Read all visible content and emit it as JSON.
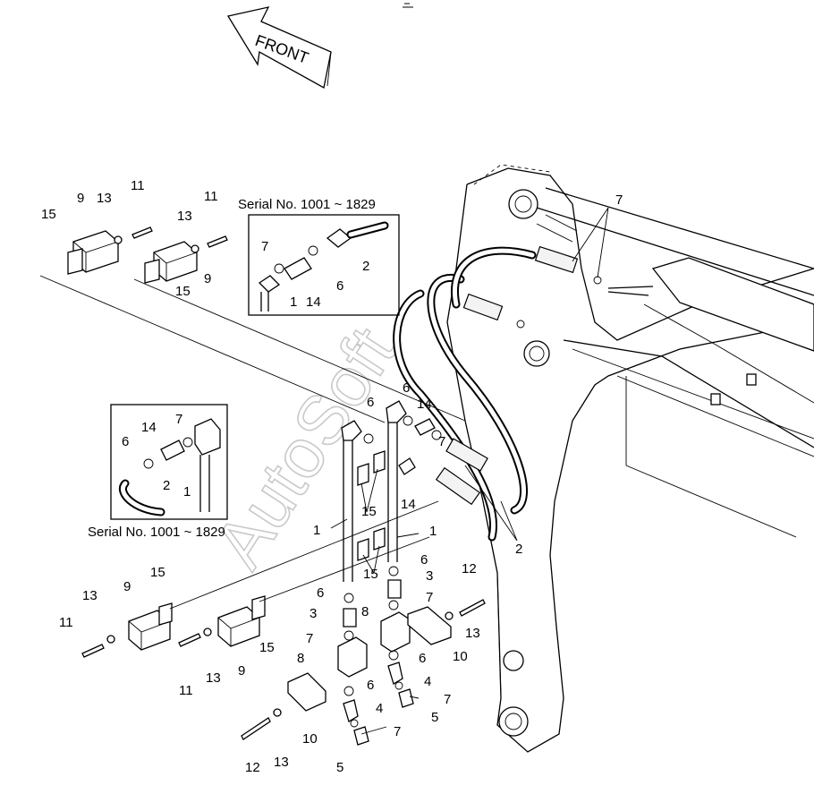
{
  "direction_label": "FRONT",
  "serial_labels": {
    "top_inset": "Serial No. 1001 ~ 1829",
    "left_inset": "Serial No. 1001 ~ 1829"
  },
  "watermark": "AutoSoft",
  "callouts": {
    "c1": "1",
    "c2": "1",
    "c3": "1",
    "c4": "1",
    "c5": "2",
    "c6": "2",
    "c7": "2",
    "c8": "3",
    "c9": "3",
    "c10": "4",
    "c11": "4",
    "c12": "5",
    "c13": "5",
    "c14": "6",
    "c15": "6",
    "c16": "6",
    "c17": "6",
    "c18": "6",
    "c19": "6",
    "c20": "6",
    "c21": "6",
    "c22": "7",
    "c23": "7",
    "c24": "7",
    "c25": "7",
    "c26": "7",
    "c27": "7",
    "c28": "7",
    "c29": "7",
    "c30": "8",
    "c31": "8",
    "c32": "9",
    "c33": "9",
    "c34": "9",
    "c35": "9",
    "c36": "10",
    "c37": "10",
    "c38": "11",
    "c39": "11",
    "c40": "11",
    "c41": "11",
    "c42": "12",
    "c43": "12",
    "c44": "13",
    "c45": "13",
    "c46": "13",
    "c47": "13",
    "c48": "13",
    "c49": "13",
    "c50": "14",
    "c51": "14",
    "c52": "14",
    "c53": "14",
    "c54": "15",
    "c55": "15",
    "c56": "15",
    "c57": "15",
    "c58": "15",
    "c59": "15"
  }
}
